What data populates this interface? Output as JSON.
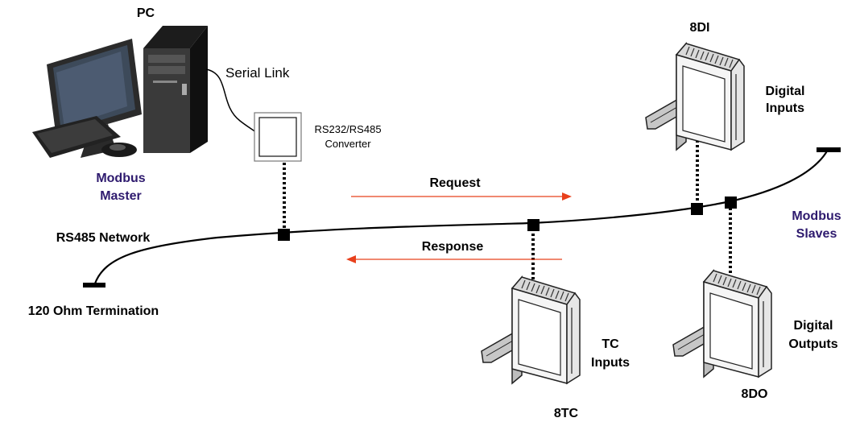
{
  "pc": {
    "title": "PC",
    "role_line1": "Modbus",
    "role_line2": "Master"
  },
  "serial_link": "Serial Link",
  "converter": {
    "line1": "RS232/RS485",
    "line2": "Converter"
  },
  "network": {
    "label": "RS485 Network",
    "termination": "120 Ohm Termination"
  },
  "messages": {
    "request": "Request",
    "response": "Response"
  },
  "slaves_label": {
    "line1": "Modbus",
    "line2": "Slaves"
  },
  "devices": {
    "di": {
      "name": "8DI",
      "desc_line1": "Digital",
      "desc_line2": "Inputs"
    },
    "tc": {
      "name": "8TC",
      "desc_line1": "TC",
      "desc_line2": "Inputs"
    },
    "do": {
      "name": "8DO",
      "desc_line1": "Digital",
      "desc_line2": "Outputs"
    }
  },
  "colors": {
    "arrow": "#e8401c",
    "modbus_text": "#2e1a6e",
    "network_line": "#000000"
  }
}
